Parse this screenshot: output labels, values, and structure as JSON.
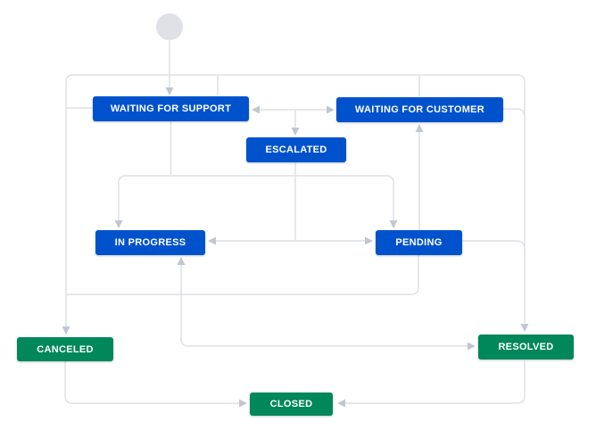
{
  "colors": {
    "status_blue": "#0052CC",
    "status_green": "#00875A",
    "line": "#DFE1E6",
    "arrow": "#C1C7D0",
    "start_node_fill": "#DFE1E6",
    "background": "#FFFFFF",
    "node_text": "#FFFFFF"
  },
  "start_node": {
    "type": "circle",
    "meaning": "workflow-start"
  },
  "nodes": [
    {
      "id": "waiting-for-support",
      "label": "WAITING FOR SUPPORT",
      "category": "blue"
    },
    {
      "id": "waiting-for-customer",
      "label": "WAITING FOR CUSTOMER",
      "category": "blue"
    },
    {
      "id": "escalated",
      "label": "ESCALATED",
      "category": "blue"
    },
    {
      "id": "in-progress",
      "label": "IN PROGRESS",
      "category": "blue"
    },
    {
      "id": "pending",
      "label": "PENDING",
      "category": "blue"
    },
    {
      "id": "canceled",
      "label": "CANCELED",
      "category": "green"
    },
    {
      "id": "resolved",
      "label": "RESOLVED",
      "category": "green"
    },
    {
      "id": "closed",
      "label": "CLOSED",
      "category": "green"
    }
  ],
  "edges": [
    {
      "from": "start",
      "to": "waiting-for-support"
    },
    {
      "from": "waiting-for-customer",
      "to": "waiting-for-support"
    },
    {
      "from": "waiting-for-support",
      "to": "waiting-for-customer"
    },
    {
      "from": "waiting-for-support",
      "to": "escalated"
    },
    {
      "from": "waiting-for-support",
      "to": "in-progress"
    },
    {
      "from": "waiting-for-support",
      "to": "pending"
    },
    {
      "from": "escalated",
      "to": "in-progress"
    },
    {
      "from": "pending",
      "to": "in-progress"
    },
    {
      "from": "in-progress",
      "to": "pending"
    },
    {
      "from": "pending",
      "to": "waiting-for-customer"
    },
    {
      "from": "pending",
      "to": "canceled"
    },
    {
      "from": "pending",
      "to": "resolved"
    },
    {
      "from": "waiting-for-customer",
      "to": "resolved"
    },
    {
      "from": "in-progress",
      "to": "resolved"
    },
    {
      "from": "resolved",
      "to": "in-progress"
    },
    {
      "from": "canceled",
      "to": "closed"
    },
    {
      "from": "resolved",
      "to": "closed"
    }
  ]
}
